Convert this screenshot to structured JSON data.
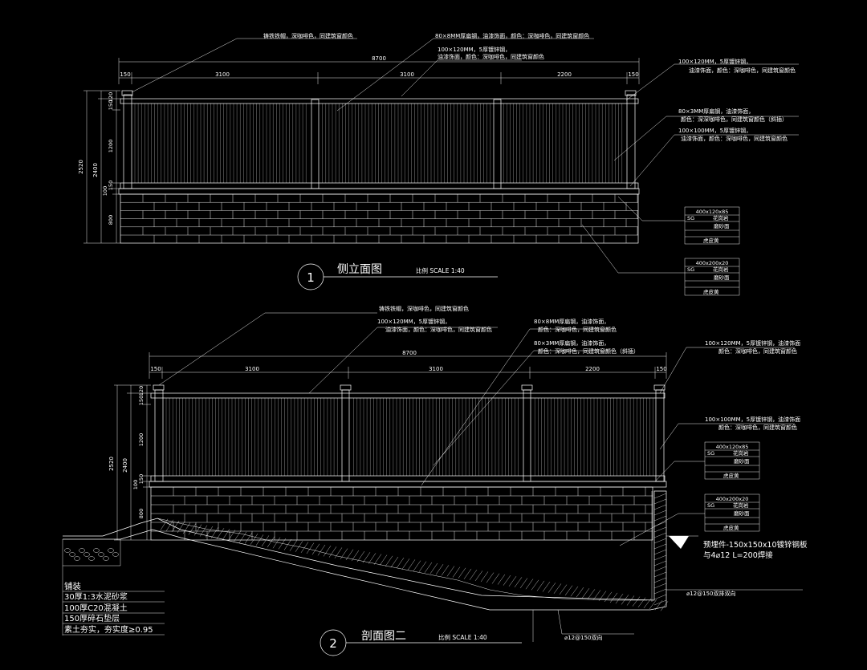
{
  "view1": {
    "number": "1",
    "title": "侧立面图",
    "scale": "比例 SCALE 1:40",
    "dims": {
      "total": "8700",
      "spans": [
        "150",
        "3100",
        "3100",
        "2200",
        "150"
      ],
      "vert_outer": [
        "2520",
        "2400"
      ],
      "vert_parts": [
        "120",
        "150",
        "1200",
        "150",
        "100",
        "800"
      ]
    },
    "notes": [
      "铸铁铁帽，深咖啡色，同建筑窗颜色",
      "80×8MM厚扁钢，油漆饰面，颜色：深咖啡色，同建筑窗颜色",
      "100×120MM，5厚镀锌钢，",
      "油漆饰面，颜色：深咖啡色，同建筑窗颜色",
      "100×120MM，5厚镀锌钢，",
      "油漆饰面，颜色：深咖啡色，同建筑窗颜色",
      "80×3MM厚扁钢，油漆饰面，",
      "颜色：深深咖啡色，同建筑窗颜色（斜插）",
      "100×100MM，5厚镀锌钢，",
      "油漆饰面，颜色：深咖啡色，同建筑窗颜色"
    ],
    "spec_boxes": [
      {
        "size": "400x120x85",
        "code": "SG",
        "material": "花岗岩",
        "finish": "磨砂面",
        "color": "虎皮黄"
      },
      {
        "size": "400x200x20",
        "code": "SG",
        "material": "花岗岩",
        "finish": "磨砂面",
        "color": "虎皮黄"
      }
    ]
  },
  "view2": {
    "number": "2",
    "title": "剖面图二",
    "scale": "比例 SCALE 1:40",
    "dims": {
      "total": "8700",
      "spans": [
        "150",
        "3100",
        "3100",
        "2200",
        "150"
      ],
      "vert_outer": [
        "2520",
        "2400"
      ],
      "vert_parts": [
        "120",
        "150",
        "1200",
        "150",
        "100",
        "800"
      ]
    },
    "notes": [
      "铸铁铁帽，深咖啡色，同建筑窗颜色",
      "100×120MM，5厚镀锌钢，",
      "油漆饰面，颜色：深咖啡色，同建筑窗颜色",
      "80×8MM厚扁钢，油漆饰面，",
      "颜色：深咖啡色，同建筑窗颜色",
      "80×3MM厚扁钢，油漆饰面，",
      "颜色：深咖啡色，同建筑窗颜色（斜插）",
      "100×120MM，5厚镀锌钢，油漆饰面",
      "颜色：深咖啡色，同建筑窗颜色",
      "100×100MM，5厚镀锌钢，油漆饰面",
      "颜色：深咖啡色，同建筑窗颜色"
    ],
    "spec_boxes": [
      {
        "size": "400x120x85",
        "code": "SG",
        "material": "花岗岩",
        "finish": "磨砂面",
        "color": "虎皮黄"
      },
      {
        "size": "400x200x20",
        "code": "SG",
        "material": "花岗岩",
        "finish": "磨砂面",
        "color": "虎皮黄"
      }
    ],
    "embed_note": [
      "预埋件-150x150x10镀锌钢板",
      "与4⌀12 L=200焊接"
    ],
    "rebar_notes": [
      "⌀12@150双排双向",
      "⌀12@150双向"
    ],
    "paving": [
      "铺装",
      "30厚1:3水泥砂浆",
      "100厚C20混凝土",
      "150厚碎石垫层",
      "素土夯实，夯实度≥0.95"
    ]
  }
}
